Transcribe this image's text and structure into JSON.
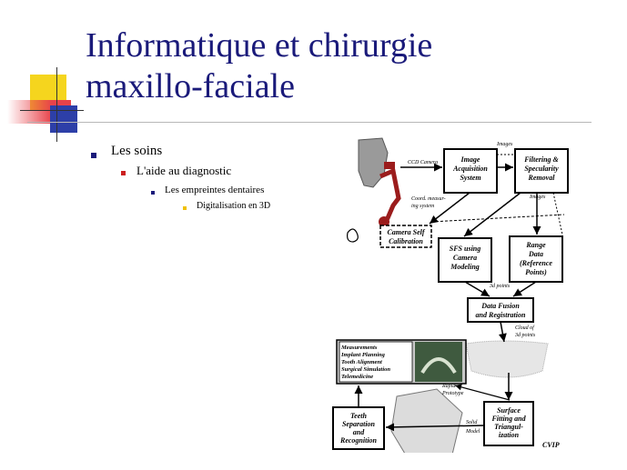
{
  "slide": {
    "title_line1": "Informatique et chirurgie",
    "title_line2": "maxillo-faciale",
    "colors": {
      "title": "#1a1a7a",
      "bullet_l1": "#1a1a7a",
      "bullet_l2": "#cc1f1f",
      "bullet_l3": "#1a1a7a",
      "bullet_l4": "#f0c000",
      "deco_yellow": "#f5d51e",
      "deco_red": "#e8424a",
      "deco_blue": "#2d3fa8"
    }
  },
  "bullets": [
    {
      "level": 1,
      "text": "Les soins"
    },
    {
      "level": 2,
      "text": "L'aide au diagnostic"
    },
    {
      "level": 3,
      "text": "Les empreintes dentaires"
    },
    {
      "level": 4,
      "text": "Digitalisation en 3D"
    }
  ],
  "diagram": {
    "boxes": {
      "image_acq": [
        "Image",
        "Acquisition",
        "System"
      ],
      "filtering": [
        "Filtering &",
        "Specularity",
        "Removal"
      ],
      "camera_calib": [
        "Camera Self",
        "Calibration"
      ],
      "sfs": [
        "SFS using",
        "Camera",
        "Modeling"
      ],
      "range": [
        "Range",
        "Data",
        "(Reference",
        "Points)"
      ],
      "fusion": [
        "Data Fusion",
        "and Registration"
      ],
      "surface": [
        "Surface",
        "Fitting and",
        "Triangul-",
        "ization"
      ],
      "teeth": [
        "Teeth",
        "Separation",
        "and",
        "Recognition"
      ],
      "apps": [
        "Measurements",
        "Implant Planning",
        "Tooth Alignment",
        "Surgical Simulation",
        "Telemedicine"
      ]
    },
    "labels": {
      "ccd": "CCD Camera",
      "images1": "Images",
      "images2": "Images",
      "coord": [
        "Coord. measur-",
        "ing system"
      ],
      "points3d": "3d points",
      "cloud": [
        "Cloud of",
        "3d points"
      ],
      "rapid": [
        "Rapid",
        "Prototype"
      ],
      "solid": [
        "Solid",
        "Model"
      ],
      "logo": "CVIP"
    }
  }
}
